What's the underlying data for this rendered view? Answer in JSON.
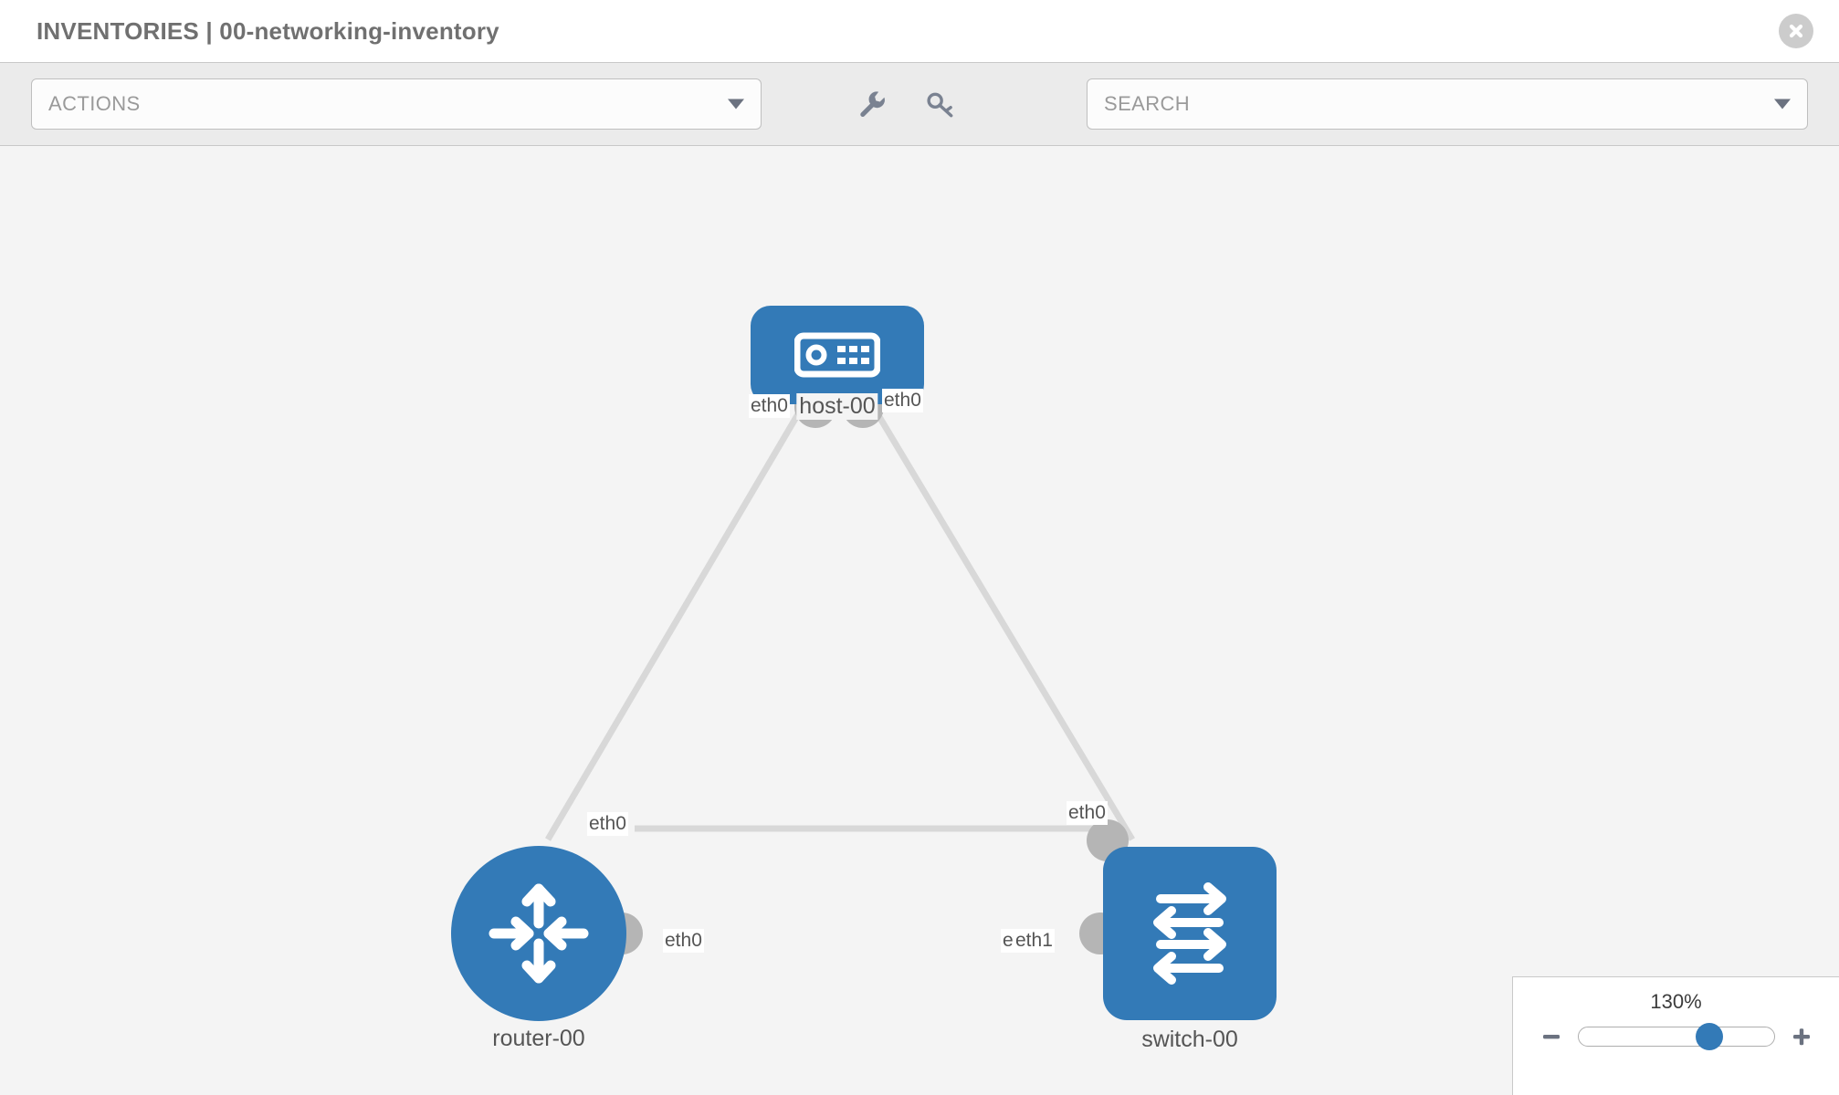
{
  "header": {
    "title": "INVENTORIES | 00-networking-inventory",
    "close_icon": "close-circle-icon"
  },
  "toolbar": {
    "actions_label": "ACTIONS",
    "actions_caret": "chevron-down-icon",
    "wrench_icon": "wrench-icon",
    "key_icon": "key-icon",
    "search_placeholder": "SEARCH",
    "search_caret": "chevron-down-icon"
  },
  "topology": {
    "nodes": [
      {
        "id": "host-00",
        "label": "host-00",
        "type": "host",
        "icon": "server-icon"
      },
      {
        "id": "router-00",
        "label": "router-00",
        "type": "router",
        "icon": "router-arrows-icon"
      },
      {
        "id": "switch-00",
        "label": "switch-00",
        "type": "switch",
        "icon": "switch-arrows-icon"
      }
    ],
    "links": [
      {
        "source": "host-00",
        "target": "router-00",
        "source_label": "eth0",
        "target_label": "eth0"
      },
      {
        "source": "host-00",
        "target": "switch-00",
        "source_label": "eth0",
        "target_label": "eth0"
      },
      {
        "source": "router-00",
        "target": "switch-00",
        "source_label": "eth0",
        "target_label": "eth1"
      }
    ],
    "edge_labels": {
      "host_left": "eth0",
      "host_right": "eth0",
      "router_upper": "eth0",
      "switch_upper": "eth0",
      "router_right": "eth0",
      "switch_left_under": "eth0",
      "switch_left": "eth1"
    }
  },
  "zoom": {
    "level": "130%",
    "minus_label": "−",
    "plus_label": "+",
    "slider_position_pct": 67
  },
  "colors": {
    "node_blue": "#337ab7",
    "canvas_bg": "#f4f4f4",
    "toolbar_bg": "#ebebeb",
    "link_gray": "#d8d8d8",
    "nub_gray": "#b5b5b5",
    "text_gray": "#555555"
  }
}
